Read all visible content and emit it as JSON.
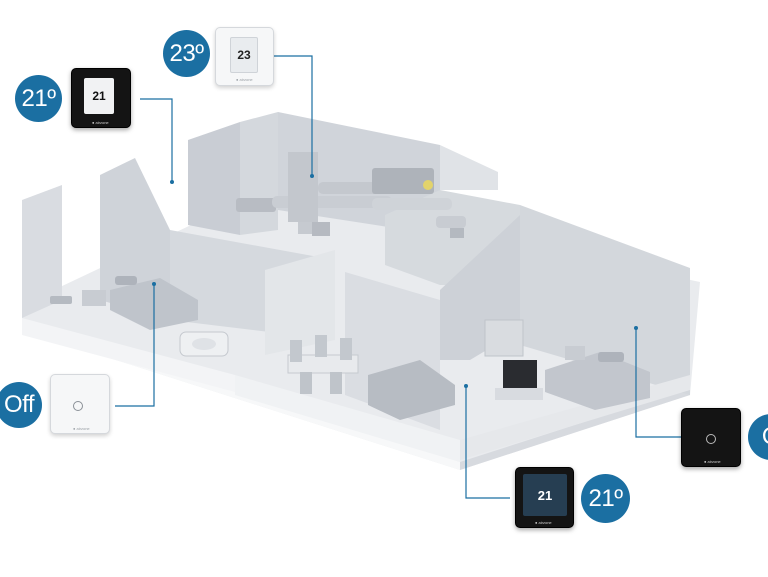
{
  "colors": {
    "badge": "#1b6fa2",
    "connector": "#1b6fa2",
    "wall": "#dfe2e6",
    "floor": "#eceef0"
  },
  "zones": [
    {
      "id": "top-center",
      "badge_text": "23º",
      "thermostat": "white-display",
      "screen_text": "23",
      "icon": "thermostat-icon"
    },
    {
      "id": "top-left",
      "badge_text": "21º",
      "thermostat": "black-display",
      "screen_text": "21",
      "icon": "thermostat-icon"
    },
    {
      "id": "left",
      "badge_text": "Off",
      "thermostat": "white-minimal",
      "icon": "thermostat-icon"
    },
    {
      "id": "bottom-center",
      "badge_text": "21º",
      "thermostat": "black-touch",
      "screen_text": "21",
      "icon": "thermostat-icon"
    },
    {
      "id": "right",
      "badge_text": "O",
      "thermostat": "black-minimal",
      "icon": "thermostat-icon"
    }
  ]
}
